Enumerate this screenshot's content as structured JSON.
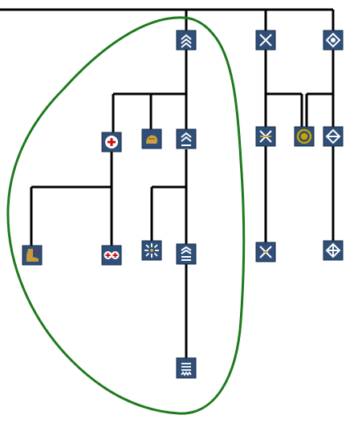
{
  "colors": {
    "connector": "#000000",
    "highlight_outline": "#1e7a1e",
    "icon_bg": "#2f4f78",
    "icon_bg_light": "#d9e7f2",
    "icon_fg": "#ffffff",
    "medic_cross": "#cc1111",
    "boot_color": "#c79a3c",
    "fist_color": "#d0a040",
    "target_color": "#c9a400"
  },
  "nodes": [
    {
      "id": "rank-1",
      "icon": "chevron-rank-2-icon"
    },
    {
      "id": "crossed-swords-1",
      "icon": "crossed-swords-icon"
    },
    {
      "id": "compass-1",
      "icon": "compass-diamond-icon"
    },
    {
      "id": "medic-1",
      "icon": "medic-cross-icon"
    },
    {
      "id": "fist-1",
      "icon": "fist-icon"
    },
    {
      "id": "rank-2",
      "icon": "chevron-rank-3-icon"
    },
    {
      "id": "crossed-swords-2",
      "icon": "crossed-swords-icon"
    },
    {
      "id": "target-1",
      "icon": "target-ring-icon"
    },
    {
      "id": "compass-2",
      "icon": "compass-diamond-icon"
    },
    {
      "id": "boot-1",
      "icon": "boot-icon"
    },
    {
      "id": "medic-2",
      "icon": "double-medic-cross-icon"
    },
    {
      "id": "burst-1",
      "icon": "starburst-icon"
    },
    {
      "id": "rank-3",
      "icon": "chevron-rank-4-icon"
    },
    {
      "id": "crossed-swords-3",
      "icon": "crossed-swords-icon"
    },
    {
      "id": "compass-3",
      "icon": "compass-diamond-icon"
    },
    {
      "id": "rank-4",
      "icon": "chevron-rank-5-icon"
    }
  ]
}
